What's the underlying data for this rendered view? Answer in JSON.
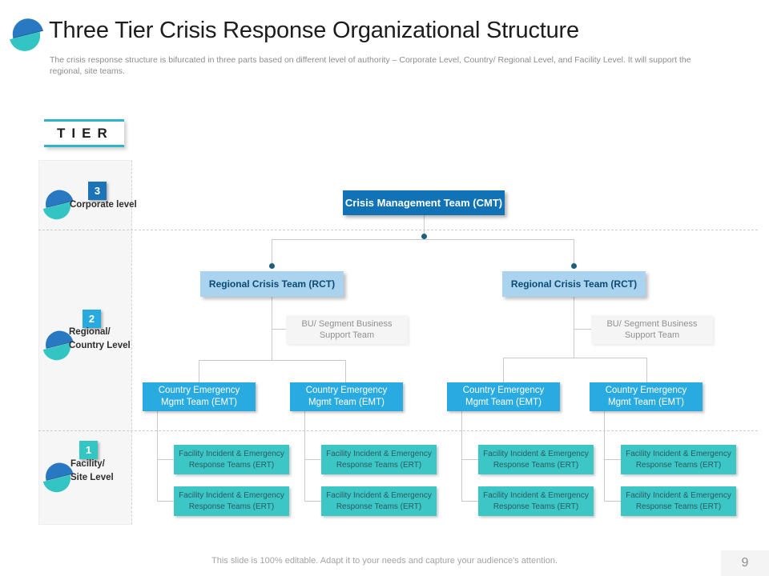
{
  "header": {
    "title": "Three Tier Crisis Response Organizational Structure",
    "subtitle_lines": [
      "The crisis response structure is bifurcated in three parts based on different level of authority – Corporate Level, Country/ Regional Level, and Facility Level. It  will support the",
      "regional, site teams."
    ]
  },
  "tier_panel": {
    "heading": "TIER",
    "tiers": [
      {
        "number": "3",
        "label_lines": [
          "Corporate level"
        ],
        "badge_color": "#1b73b8"
      },
      {
        "number": "2",
        "label_lines": [
          "Regional/",
          "Country Level"
        ],
        "badge_color": "#29aadf"
      },
      {
        "number": "1",
        "label_lines": [
          "Facility/",
          "Site Level"
        ],
        "badge_color": "#35c6c4"
      }
    ]
  },
  "org_chart": {
    "cmt": {
      "label": "Crisis  Management Team (CMT)",
      "color": "#1173b6"
    },
    "rct": {
      "label": "Regional Crisis Team (RCT)",
      "color": "#a9d3ee",
      "count": 2
    },
    "bu": {
      "label_lines": [
        "BU/ Segment Business",
        "Support Team"
      ],
      "color": "#f5f5f5",
      "count": 2
    },
    "emt": {
      "label_lines": [
        "Country  Emergency",
        "Mgmt Team (EMT)"
      ],
      "color": "#29abe2",
      "count": 4
    },
    "ert": {
      "label_lines": [
        "Facility  Incident & Emergency",
        "Response Teams (ERT)"
      ],
      "color": "#3dc6c6",
      "count": 8
    }
  },
  "footer": {
    "text": "This slide is 100% editable.  Adapt it to your needs and capture your audience's attention.",
    "page_number": "9"
  },
  "colors": {
    "accent_teal": "#2cb5c9",
    "logo_blue": "#2878c2",
    "logo_teal": "#32c5c4",
    "connector": "#c9c9c9",
    "connector_dot": "#1d5f80"
  }
}
